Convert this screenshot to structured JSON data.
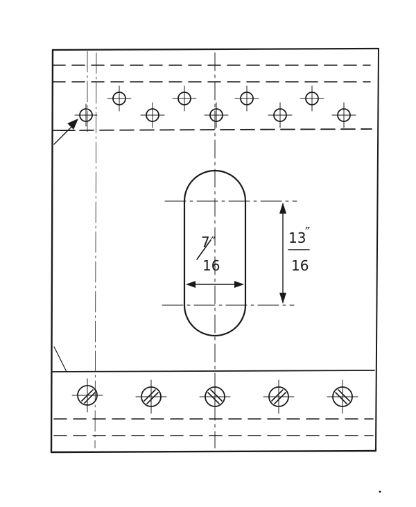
{
  "drawing": {
    "slot_width_label": {
      "numerator": "7",
      "inch_mark": "″",
      "denominator": "16"
    },
    "slot_length_label": {
      "numerator": "13",
      "inch_mark": "″",
      "denominator": "16"
    },
    "ink_color": "#1a1a1a",
    "paper_color": "#ffffff"
  }
}
